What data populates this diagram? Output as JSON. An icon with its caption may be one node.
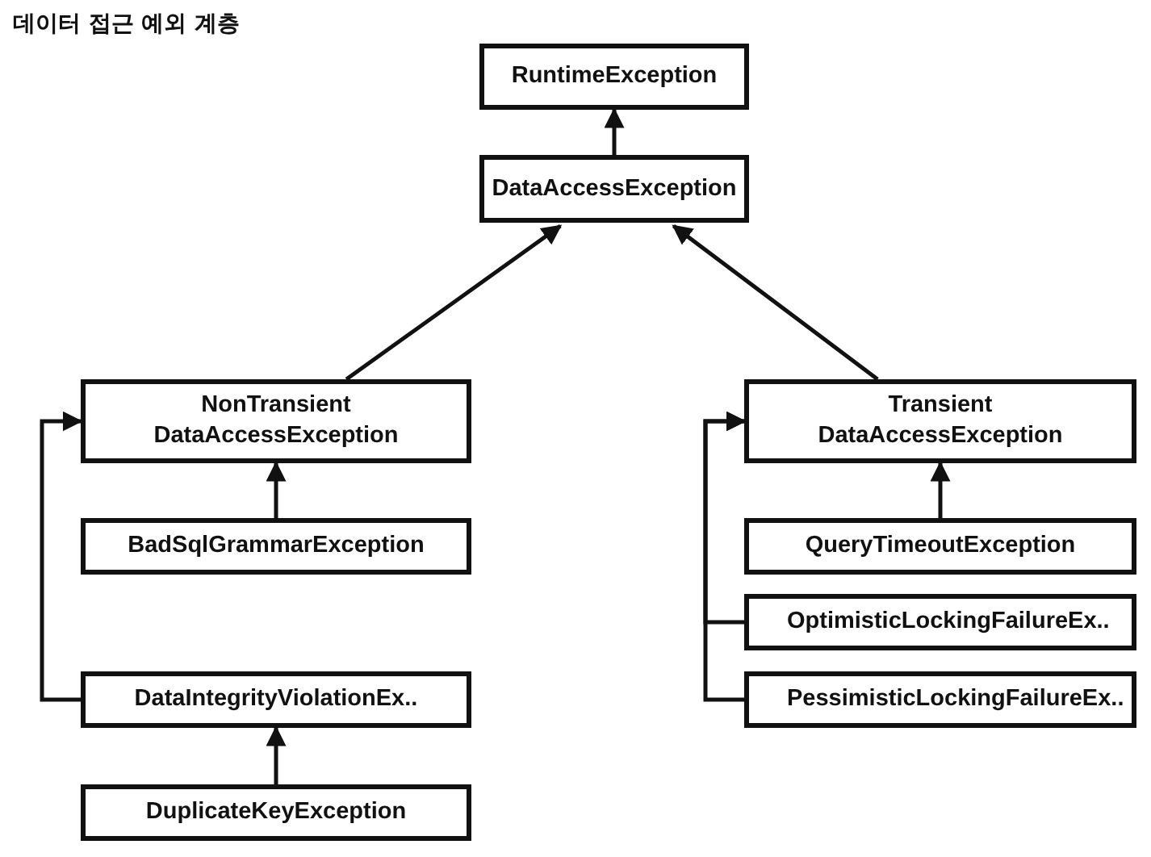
{
  "diagram": {
    "title": "데이터 접근 예외 계층",
    "nodes": [
      {
        "text": [
          "RuntimeException"
        ]
      },
      {
        "text": [
          "DataAccessException"
        ]
      },
      {
        "text": [
          "NonTransient DataAccessException"
        ]
      },
      {
        "text": [
          "Transient DataAccessException"
        ]
      },
      {
        "text": [
          "BadSqlGrammarException"
        ]
      },
      {
        "text": [
          "DataIntegrityViolationEx.."
        ]
      },
      {
        "text": [
          "DuplicateKeyException"
        ]
      },
      {
        "text": [
          "QueryTimeoutException"
        ]
      },
      {
        "text": [
          "OptimisticLockingFailureEx.."
        ]
      },
      {
        "text": [
          "PessimisticLockingFailureEx.."
        ]
      }
    ],
    "edges": [
      {
        "from": 1,
        "to": 0,
        "arrow": "to"
      },
      {
        "from": 2,
        "to": 1,
        "arrow": "to"
      },
      {
        "from": 3,
        "to": 1,
        "arrow": "to"
      },
      {
        "from": 4,
        "to": 2,
        "arrow": "to"
      },
      {
        "from": 5,
        "to": 2,
        "arrow": "to"
      },
      {
        "from": 6,
        "to": 5,
        "arrow": "to"
      },
      {
        "from": 7,
        "to": 3,
        "arrow": "to"
      },
      {
        "from": 8,
        "to": 3,
        "arrow": "to"
      },
      {
        "from": 9,
        "to": 3,
        "arrow": "to"
      }
    ]
  }
}
